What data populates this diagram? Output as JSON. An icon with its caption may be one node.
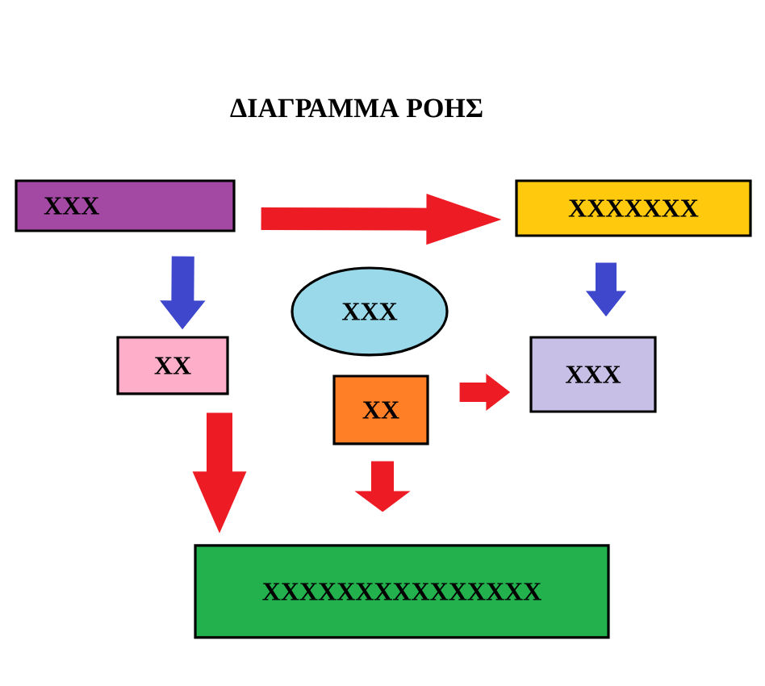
{
  "diagram": {
    "title": "ΔΙΑΓΡΑΜΜΑ ΡΟΗΣ",
    "nodes": [
      {
        "text": [
          "XXX"
        ]
      },
      {
        "text": [
          "XXXXXXX"
        ]
      },
      {
        "text": [
          "XXX"
        ]
      },
      {
        "text": [
          "XX"
        ]
      },
      {
        "text": [
          "XXX"
        ]
      },
      {
        "text": [
          "XX"
        ]
      },
      {
        "text": [
          "XXXXXXXXXXXXXXX"
        ]
      }
    ],
    "edges": [
      {
        "from": 0,
        "to": 1,
        "arrow": "to"
      },
      {
        "from": 0,
        "to": 3,
        "arrow": "to",
        "color": "#3f48cc"
      },
      {
        "from": 1,
        "to": 4,
        "arrow": "to",
        "color": "#3f48cc"
      },
      {
        "from": 3,
        "to": 6,
        "arrow": "to"
      },
      {
        "from": 5,
        "to": 4,
        "arrow": "to"
      },
      {
        "from": 5,
        "to": 6,
        "arrow": "to"
      }
    ]
  }
}
